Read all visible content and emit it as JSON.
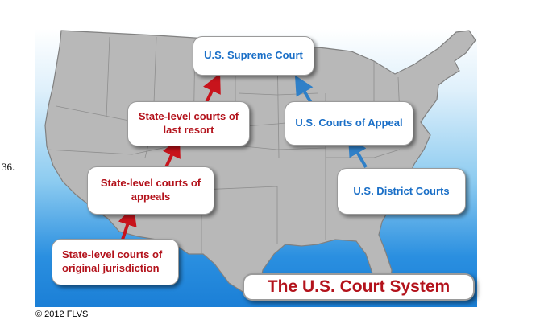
{
  "question_number": "36.",
  "title": "The U.S. Court System",
  "copyright": "© 2012 FLVS",
  "state_courts": [
    {
      "line1": "State-level courts of",
      "line2": "original jurisdiction"
    },
    {
      "line1": "State-level courts of",
      "line2": "appeals"
    },
    {
      "line1": "State-level courts of",
      "line2": "last resort"
    }
  ],
  "federal_courts": [
    {
      "label": "U.S. District Courts"
    },
    {
      "label": "U.S. Courts of Appeal"
    },
    {
      "label": "U.S. Supreme Court"
    }
  ],
  "colors": {
    "state": "#b3121b",
    "federal": "#1a6fc7",
    "state_arrow": "#c8141c",
    "federal_arrow": "#2f80c8",
    "map_fill": "#b8b8b8"
  },
  "icons": [
    "us-map-icon",
    "arrow-up-icon"
  ]
}
